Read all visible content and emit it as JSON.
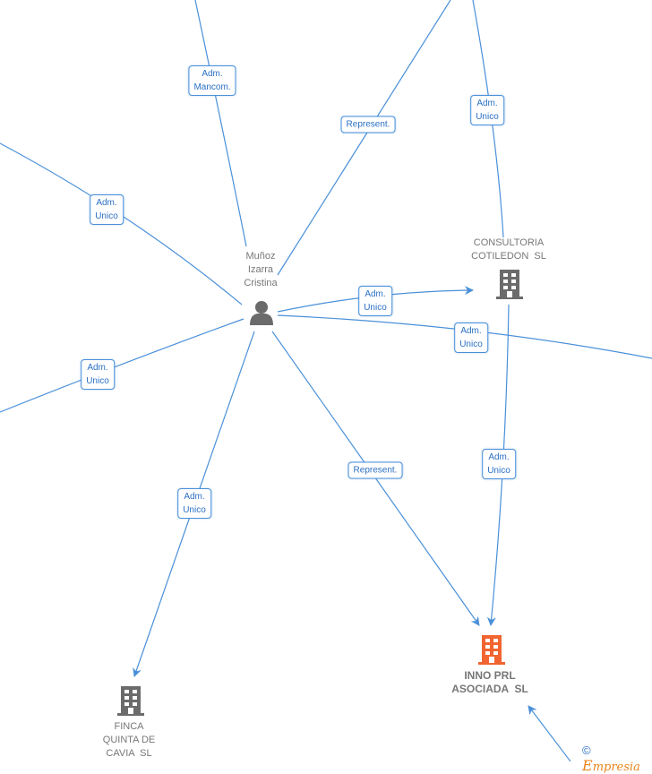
{
  "nodes": {
    "person": {
      "label": "Muñoz\nIzarra\nCristina",
      "type": "person"
    },
    "consultoria": {
      "label": "CONSULTORIA\nCOTILEDON  SL",
      "type": "company"
    },
    "inno": {
      "label": "INNO PRL\nASOCIADA  SL",
      "type": "company-main"
    },
    "finca": {
      "label": "FINCA\nQUINTA DE\nCAVIA  SL",
      "type": "company"
    }
  },
  "edge_labels": [
    {
      "id": "e1",
      "line1": "Adm.",
      "line2": "Mancom."
    },
    {
      "id": "e2",
      "line1": "Represent.",
      "line2": ""
    },
    {
      "id": "e3",
      "line1": "Adm.",
      "line2": "Unico"
    },
    {
      "id": "e4",
      "line1": "Adm.",
      "line2": "Unico"
    },
    {
      "id": "e5",
      "line1": "Adm.",
      "line2": "Unico"
    },
    {
      "id": "e6",
      "line1": "Adm.",
      "line2": "Unico"
    },
    {
      "id": "e7",
      "line1": "Adm.",
      "line2": "Unico"
    },
    {
      "id": "e8",
      "line1": "Represent.",
      "line2": ""
    },
    {
      "id": "e9",
      "line1": "Adm.",
      "line2": "Unico"
    },
    {
      "id": "e10",
      "line1": "Adm.",
      "line2": "Unico"
    }
  ],
  "colors": {
    "edge": "#4a90d9",
    "company": "#6b6b6b",
    "main_company": "#f26430",
    "person": "#6b6b6b"
  },
  "footer": {
    "copyright_symbol": "©",
    "brand": "mpresia",
    "brand_initial": "E"
  }
}
